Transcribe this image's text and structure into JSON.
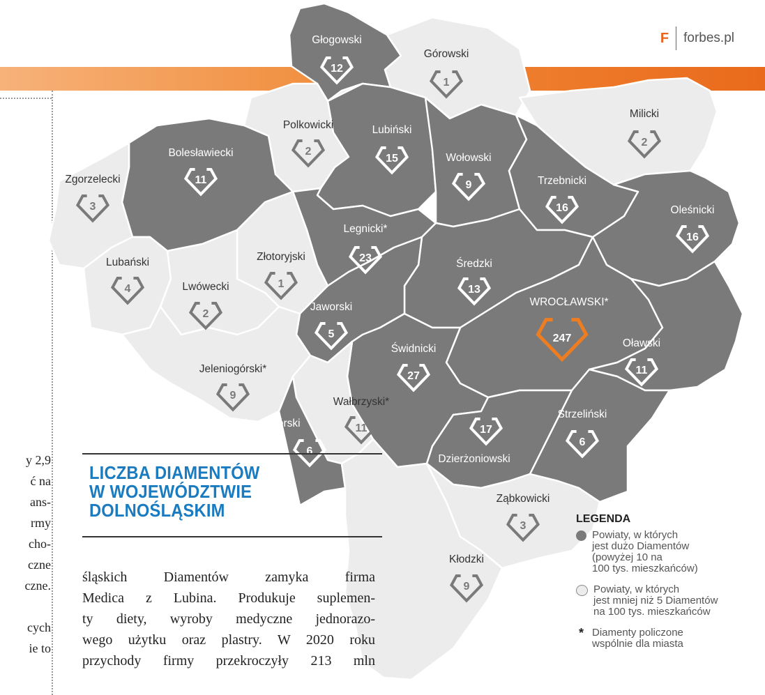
{
  "brand": {
    "logo": "F",
    "site": "forbes.pl"
  },
  "title": [
    "LICZBA DIAMENTÓW",
    "W WOJEWÓDZTWIE",
    "DOLNOŚLĄSKIM"
  ],
  "left_text": [
    "y 2,9",
    "ć na",
    "ans-",
    "rmy",
    "cho-",
    "czne",
    "czne.",
    "",
    "cych",
    "ie to"
  ],
  "body_text": [
    "śląskich Diamentów zamyka firma",
    "Medica z Lubina. Produkuje suplemen-",
    "ty diety, wyroby medyczne jednorazo-",
    "wego użytku oraz plastry. W 2020 roku",
    "przychody firmy przekroczyły 213 mln"
  ],
  "legend": {
    "title": "LEGENDA",
    "items": [
      {
        "symbol": "dark-dot",
        "text": [
          "Powiaty, w których",
          "jest dużo Diamentów",
          "(powyżej 10 na",
          "100 tys. mieszkańców)"
        ]
      },
      {
        "symbol": "light-dot",
        "text": [
          "Powiaty, w których",
          "jest mniej niż 5 Diamentów",
          "na 100 tys. mieszkańców"
        ]
      },
      {
        "symbol": "*",
        "text": [
          "Diamenty policzone",
          "wspólnie dla miasta"
        ]
      }
    ]
  },
  "colors": {
    "dark": "#7a7a7a",
    "light": "#ececec",
    "border": "#ffffff",
    "accent": "#ee7d22",
    "title_blue": "#1a7bc0"
  },
  "districts": [
    {
      "name": "Głogowski",
      "count": "12",
      "shade": "dark"
    },
    {
      "name": "Górowski",
      "count": "1",
      "shade": "light"
    },
    {
      "name": "Milicki",
      "count": "2",
      "shade": "light"
    },
    {
      "name": "Polkowicki",
      "count": "2",
      "shade": "light"
    },
    {
      "name": "Lubiński",
      "count": "15",
      "shade": "dark"
    },
    {
      "name": "Bolesławiecki",
      "count": "11",
      "shade": "dark"
    },
    {
      "name": "Wołowski",
      "count": "9",
      "shade": "dark"
    },
    {
      "name": "Trzebnicki",
      "count": "16",
      "shade": "dark"
    },
    {
      "name": "Zgorzelecki",
      "count": "3",
      "shade": "light"
    },
    {
      "name": "Oleśnicki",
      "count": "16",
      "shade": "dark"
    },
    {
      "name": "Legnicki*",
      "count": "23",
      "shade": "dark"
    },
    {
      "name": "Złotoryjski",
      "count": "1",
      "shade": "light"
    },
    {
      "name": "Lubański",
      "count": "4",
      "shade": "light"
    },
    {
      "name": "Średzki",
      "count": "13",
      "shade": "dark"
    },
    {
      "name": "Lwówecki",
      "count": "2",
      "shade": "light"
    },
    {
      "name": "WROCŁAWSKI*",
      "count": "247",
      "shade": "dark",
      "highlight": true
    },
    {
      "name": "Jaworski",
      "count": "5",
      "shade": "dark"
    },
    {
      "name": "Świdnicki",
      "count": "27",
      "shade": "dark"
    },
    {
      "name": "Oławski",
      "count": "11",
      "shade": "dark"
    },
    {
      "name": "Jeleniogórski*",
      "count": "9",
      "shade": "light"
    },
    {
      "name": "Wałbrzyski*",
      "count": "11",
      "shade": "light"
    },
    {
      "name": "Kamiennogórski",
      "count": "6",
      "shade": "dark"
    },
    {
      "name": "Dzierżoniowski",
      "count": "17",
      "shade": "dark"
    },
    {
      "name": "Strzeliński",
      "count": "6",
      "shade": "dark"
    },
    {
      "name": "Ząbkowicki",
      "count": "3",
      "shade": "light"
    },
    {
      "name": "Kłodzki",
      "count": "9",
      "shade": "light"
    }
  ]
}
